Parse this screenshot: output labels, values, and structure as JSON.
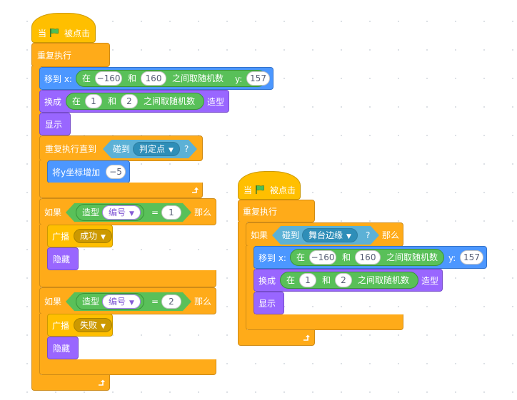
{
  "labels": {
    "when": "当",
    "clicked": "被点击",
    "forever": "重复执行",
    "goto_x": "移到 x:",
    "goto_y": "y:",
    "pick_in": "在",
    "pick_and": "和",
    "pick_random": "之间取随机数",
    "switch_costume": "换成",
    "costume": "造型",
    "show": "显示",
    "repeat_until": "重复执行直到",
    "touching": "碰到",
    "change_y": "将y坐标增加",
    "if": "如果",
    "then": "那么",
    "costume_reporter": "造型",
    "equals": "=",
    "broadcast": "广播",
    "hide": "隐藏"
  },
  "script1": {
    "goto_min": "−160",
    "goto_max": "160",
    "goto_y": "157",
    "costume_min": "1",
    "costume_max": "2",
    "touch_target": "判定点",
    "change_y_value": "−5",
    "costume_attr": "编号",
    "if1_value": "1",
    "if1_message": "成功",
    "if2_value": "2",
    "if2_message": "失败"
  },
  "script2": {
    "touch_target": "舞台边缘",
    "goto_min": "−160",
    "goto_max": "160",
    "goto_y": "157",
    "costume_min": "1",
    "costume_max": "2"
  },
  "colors": {
    "events": "#FFBF00",
    "control": "#FFAB19",
    "motion": "#4C97FF",
    "looks": "#9966FF",
    "operators": "#59C059",
    "sensing": "#5CB1D6"
  }
}
